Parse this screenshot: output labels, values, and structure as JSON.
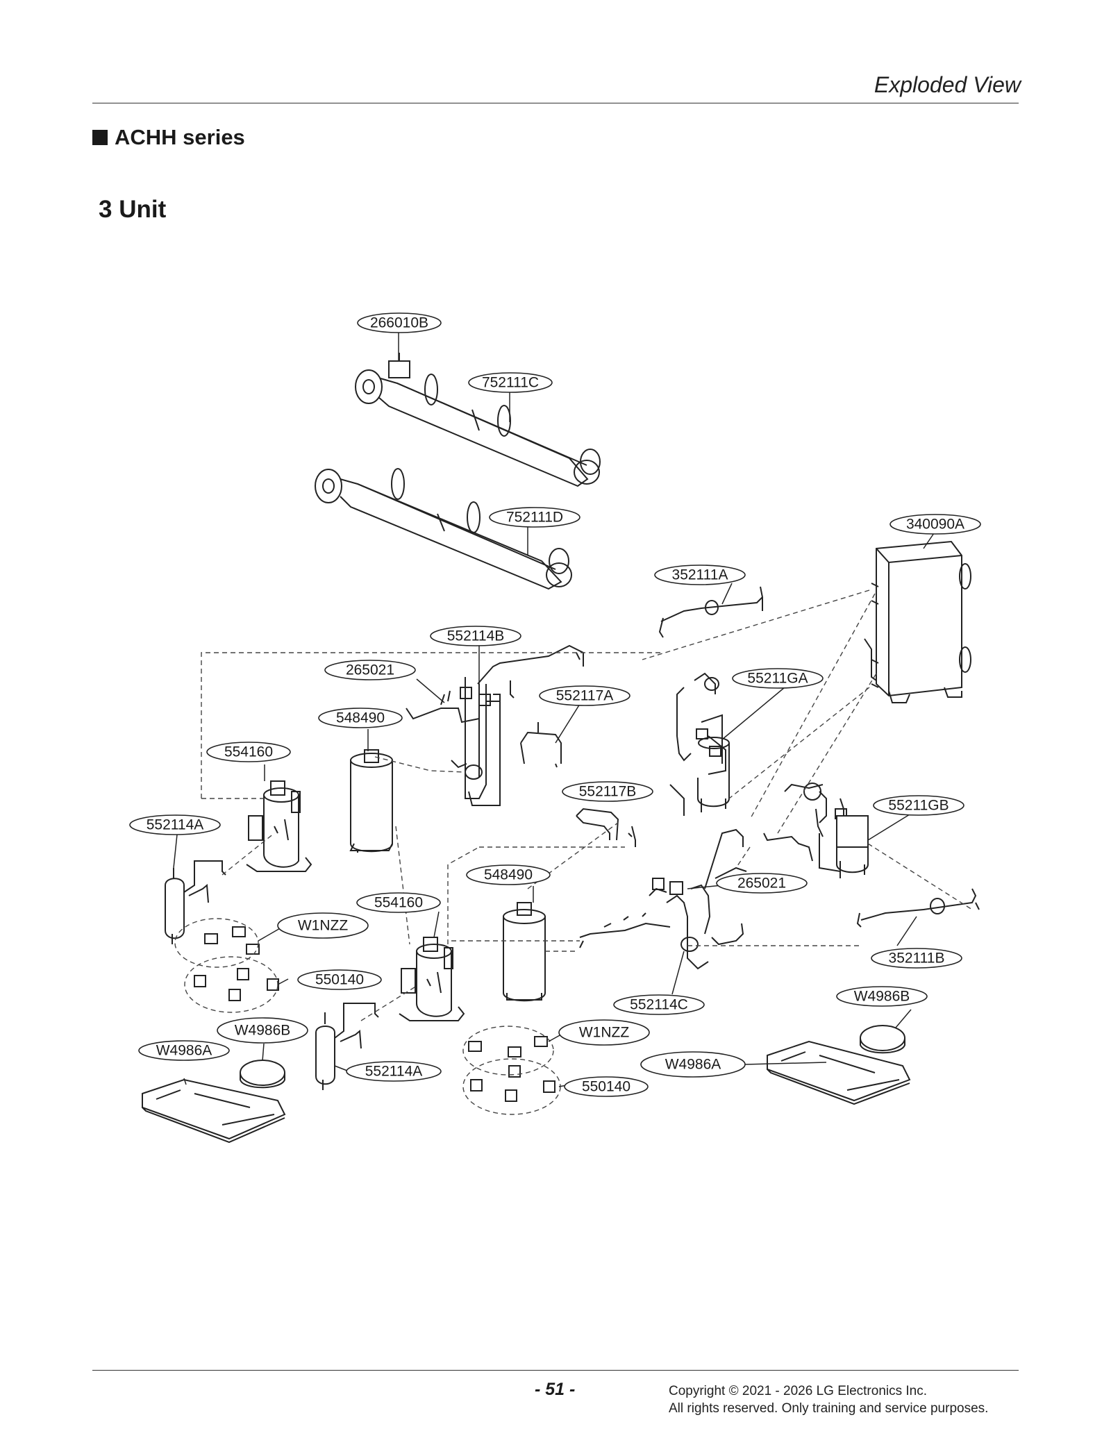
{
  "header": {
    "title": "Exploded View"
  },
  "section": {
    "heading": "ACHH series"
  },
  "subheading": "3 Unit",
  "labels": [
    {
      "id": "266010B"
    },
    {
      "id": "752111C"
    },
    {
      "id": "752111D"
    },
    {
      "id": "340090A"
    },
    {
      "id": "352111A"
    },
    {
      "id": "552114B"
    },
    {
      "id": "265021"
    },
    {
      "id": "55211GA"
    },
    {
      "id": "552117A"
    },
    {
      "id": "548490"
    },
    {
      "id": "554160"
    },
    {
      "id": "552117B"
    },
    {
      "id": "55211GB"
    },
    {
      "id": "552114A"
    },
    {
      "id": "548490"
    },
    {
      "id": "265021"
    },
    {
      "id": "554160"
    },
    {
      "id": "W1NZZ"
    },
    {
      "id": "352111B"
    },
    {
      "id": "550140"
    },
    {
      "id": "552114C"
    },
    {
      "id": "W4986B"
    },
    {
      "id": "W4986B"
    },
    {
      "id": "W1NZZ"
    },
    {
      "id": "W4986A"
    },
    {
      "id": "W4986A"
    },
    {
      "id": "552114A"
    },
    {
      "id": "550140"
    }
  ],
  "footer": {
    "page_number": "- 51 -",
    "copyright_line1": "Copyright © 2021 - 2026 LG Electronics Inc.",
    "copyright_line2": "All rights reserved. Only training and service purposes."
  }
}
